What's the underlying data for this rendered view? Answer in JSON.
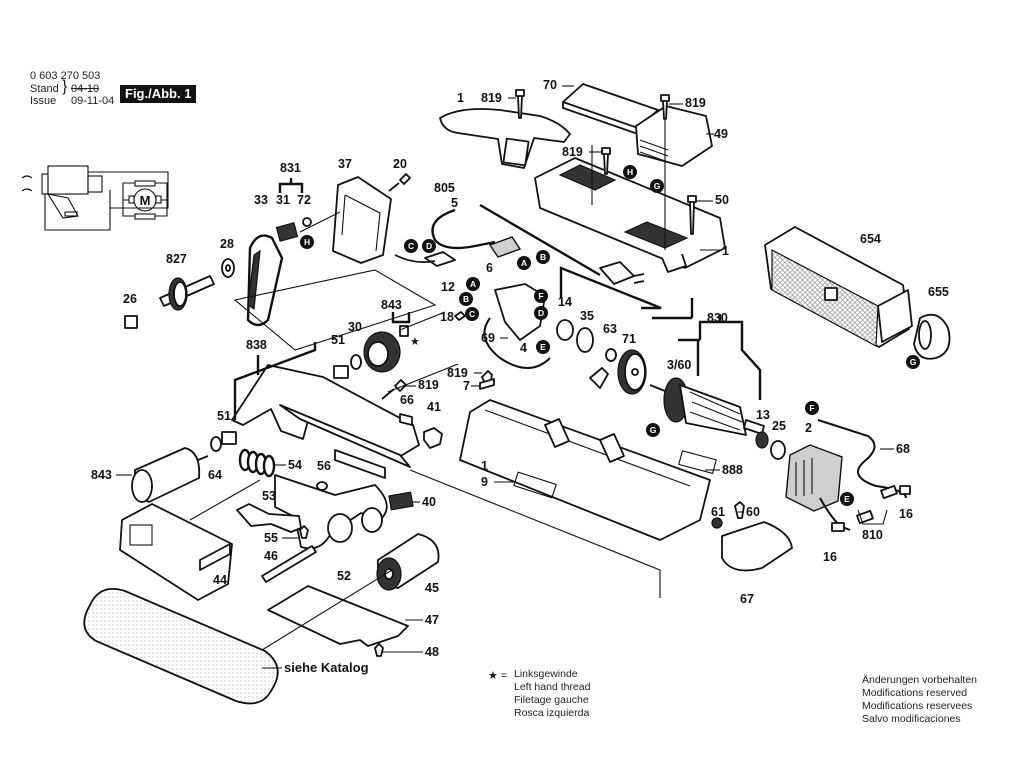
{
  "document": {
    "part_number": "0 603 270 503",
    "stand_label": "Stand",
    "stand_value_struck": "04-10",
    "issue_label": "Issue",
    "issue_value": "09-11-04",
    "figure_badge": "Fig./Abb. 1"
  },
  "schematic": {
    "motor_symbol": "M"
  },
  "part_labels": {
    "p1a": "1",
    "p819a": "819",
    "p70": "70",
    "p819b": "819",
    "p49": "49",
    "p819c": "819",
    "p50": "50",
    "p1b": "1",
    "p805": "805",
    "p5": "5",
    "p6": "6",
    "p12": "12",
    "p831": "831",
    "p33": "33",
    "p31": "31",
    "p72": "72",
    "p37": "37",
    "p20": "20",
    "p28": "28",
    "p827": "827",
    "p26": "26",
    "p843a": "843",
    "p18": "18",
    "p69": "69",
    "p4": "4",
    "p14": "14",
    "p35": "35",
    "p63": "63",
    "p71": "71",
    "p830": "830",
    "p360": "3/60",
    "p654": "654",
    "p655": "655",
    "p838": "838",
    "p51a": "51",
    "p30": "30",
    "p819d": "819",
    "p819e": "819",
    "p7": "7",
    "p66": "66",
    "p41": "41",
    "p51b": "51",
    "p843b": "843",
    "p64": "64",
    "p54": "54",
    "p56": "56",
    "p40": "40",
    "p53": "53",
    "p55": "55",
    "p46": "46",
    "p52": "52",
    "p45": "45",
    "p44": "44",
    "p47": "47",
    "p48": "48",
    "p1c": "1",
    "p9": "9",
    "p888": "888",
    "p13": "13",
    "p25": "25",
    "p2": "2",
    "p68": "68",
    "p61": "61",
    "p60": "60",
    "p67": "67",
    "p16a": "16",
    "p810": "810",
    "p16b": "16"
  },
  "connection_markers": {
    "H1": "H",
    "G1": "G",
    "A1": "A",
    "B1": "B",
    "C1": "C",
    "D1": "D",
    "H2": "H",
    "C2": "C",
    "D2": "D",
    "A2": "A",
    "B2": "B",
    "C3": "C",
    "F1": "F",
    "D3": "D",
    "E1": "E",
    "G2": "G",
    "G3": "G",
    "F2": "F",
    "E2": "E"
  },
  "sanding_belt_note": "siehe Katalog",
  "legend": {
    "symbol": "★ =",
    "lines": [
      "Linksgewinde",
      "Left hand thread",
      "Filetage gauche",
      "Rosca izquierda"
    ]
  },
  "disclaimer": {
    "lines": [
      "Änderungen vorbehalten",
      "Modifications reserved",
      "Modifications reservees",
      "Salvo modificaciones"
    ]
  }
}
